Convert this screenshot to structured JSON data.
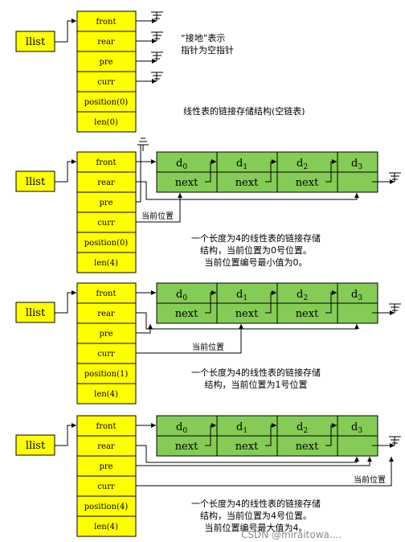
{
  "ground_note": {
    "line1": "“接地”表示",
    "line2": "指针为空指针"
  },
  "diagrams": [
    {
      "head_label": "llist",
      "fields": [
        "front",
        "rear",
        "pre",
        "curr",
        "position(0)",
        "len(0)"
      ],
      "nodes": [],
      "caption": [
        "线性表的链接存储结构(空链表)"
      ]
    },
    {
      "head_label": "llist",
      "fields": [
        "front",
        "rear",
        "pre",
        "curr",
        "position(0)",
        "len(4)"
      ],
      "nodes": [
        {
          "data": "d",
          "sub": "0",
          "next": "next"
        },
        {
          "data": "d",
          "sub": "1",
          "next": "next"
        },
        {
          "data": "d",
          "sub": "2",
          "next": "next"
        },
        {
          "data": "d",
          "sub": "3",
          "next": ""
        }
      ],
      "current_label": "当前位置",
      "caption": [
        "一个长度为4的线性表的链接存储",
        "结构，当前位置为0号位置。",
        "当前位置编号最小值为0。"
      ]
    },
    {
      "head_label": "llist",
      "fields": [
        "front",
        "rear",
        "pre",
        "curr",
        "position(1)",
        "len(4)"
      ],
      "nodes": [
        {
          "data": "d",
          "sub": "0",
          "next": "next"
        },
        {
          "data": "d",
          "sub": "1",
          "next": "next"
        },
        {
          "data": "d",
          "sub": "2",
          "next": "next"
        },
        {
          "data": "d",
          "sub": "3",
          "next": ""
        }
      ],
      "current_label": "当前位置",
      "caption": [
        "一个长度为4的线性表的链接存储",
        "结构，当前位置为1号位置"
      ]
    },
    {
      "head_label": "llist",
      "fields": [
        "front",
        "rear",
        "pre",
        "curr",
        "position(4)",
        "len(4)"
      ],
      "nodes": [
        {
          "data": "d",
          "sub": "0",
          "next": "next"
        },
        {
          "data": "d",
          "sub": "1",
          "next": "next"
        },
        {
          "data": "d",
          "sub": "2",
          "next": "next"
        },
        {
          "data": "d",
          "sub": "3",
          "next": ""
        }
      ],
      "current_label": "当前位置",
      "caption": [
        "一个长度为4的线性表的链接存储",
        "结构，当前位置为4号位置。",
        "当前位置编号最大值为4。"
      ]
    }
  ],
  "watermark": "CSDN @miraitowa...."
}
